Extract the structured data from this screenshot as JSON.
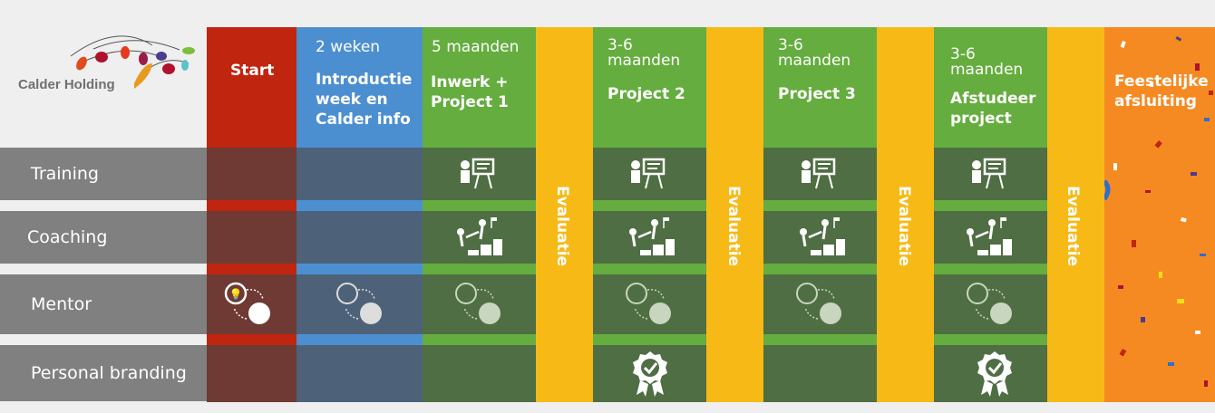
{
  "logo": {
    "text": "Calder Holding"
  },
  "rows": {
    "training": "Training",
    "coaching": "Coaching",
    "mentor": "Mentor",
    "personal_branding": "Personal branding"
  },
  "columns": {
    "start": {
      "title": "Start"
    },
    "intro": {
      "duration": "2 weken",
      "title": [
        "Introductie",
        "week en",
        "Calder info"
      ]
    },
    "inwerk": {
      "duration": "5 maanden",
      "title": [
        "Inwerk +",
        "Project 1"
      ]
    },
    "project2": {
      "duration": [
        "3-6",
        "maanden"
      ],
      "title": "Project 2"
    },
    "project3": {
      "duration": [
        "3-6",
        "maanden"
      ],
      "title": "Project 3"
    },
    "afstudeer": {
      "duration": [
        "3-6",
        "maanden"
      ],
      "title": [
        "Afstudeer",
        "project"
      ]
    },
    "final": {
      "title": [
        "Feestelijke",
        "afsluiting"
      ]
    }
  },
  "evaluation_label": "Evaluatie",
  "colors": {
    "red": "#c0250f",
    "blue": "#4c8fd0",
    "green": "#64ad3e",
    "yellow": "#f7b916",
    "orange": "#f58a22",
    "gray": "#808080"
  },
  "icons": {
    "training": "presentation-icon",
    "coaching": "climbing-steps-icon",
    "mentor": "mentor-heads-icon",
    "branding": "certificate-badge-icon"
  }
}
